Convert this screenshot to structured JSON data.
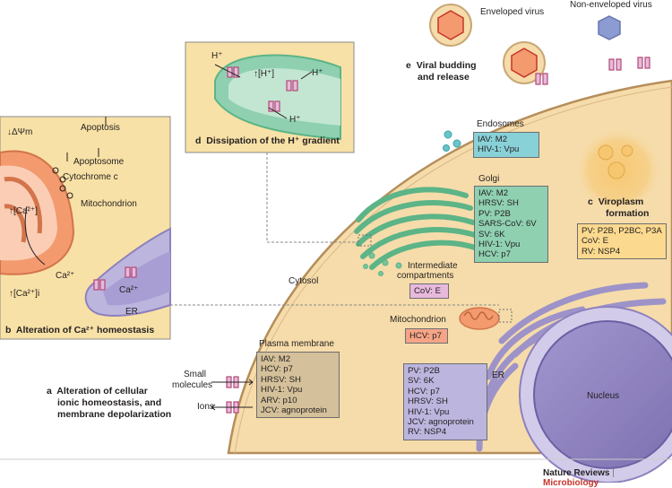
{
  "labels": {
    "apoptosis": "Apoptosis",
    "apoptosome": "Apoptosome",
    "delta_psi": "↓ΔΨm",
    "cytochrome_c": "Cytochrome c",
    "mitochondrion": "Mitochondrion",
    "ca_up": "↑[Ca²⁺]",
    "ca_ion": "Ca²⁺",
    "ca_ion2": "Ca²⁺",
    "ca_i": "↑[Ca²⁺]i",
    "er_left": "ER",
    "h_plus_1": "H⁺",
    "h_plus_2": "H⁺",
    "h_plus_3": "H⁺",
    "h_up": "↑[H⁺]",
    "enveloped_virus": "Enveloped virus",
    "non_enveloped_virus": "Non-enveloped virus",
    "endosomes": "Endosomes",
    "golgi": "Golgi",
    "intermediate": "Intermediate",
    "compartments": "compartments",
    "cytosol": "Cytosol",
    "mitochondrion_right": "Mitochondrion",
    "plasma_membrane": "Plasma membrane",
    "small": "Small",
    "molecules": "molecules",
    "ions": "Ions",
    "er_right": "ER",
    "nucleus": "Nucleus"
  },
  "sections": {
    "a_letter": "a",
    "a_title_1": "Alteration of cellular",
    "a_title_2": "ionic homeostasis, and",
    "a_title_3": "membrane depolarization",
    "b_letter": "b",
    "b_title": "Alteration of Ca²⁺ homeostasis",
    "c_letter": "c",
    "c_title_1": "Viroplasm",
    "c_title_2": "formation",
    "d_letter": "d",
    "d_title": "Dissipation of the H⁺ gradient",
    "e_letter": "e",
    "e_title_1": "Viral budding",
    "e_title_2": "and release"
  },
  "boxes": {
    "endosomes": [
      "IAV: M2",
      "HIV-1: Vpu"
    ],
    "golgi": [
      "IAV: M2",
      "HRSV: SH",
      "PV: P2B",
      "SARS-CoV: 6V",
      "SV: 6K",
      "HIV-1: Vpu",
      "HCV: p7"
    ],
    "intermediate": [
      "CoV: E"
    ],
    "viroplasm": [
      "PV: P2B, P2BC, P3A",
      "CoV: E",
      "RV: NSP4"
    ],
    "mitochondrion": [
      "HCV: p7"
    ],
    "plasma_membrane": [
      "IAV: M2",
      "HCV: p7",
      "HRSV: SH",
      "HIV-1: Vpu",
      "ARV: p10",
      "JCV: agnoprotein"
    ],
    "er": [
      "PV: P2B",
      "SV: 6K",
      "HCV: p7",
      "HRSV: SH",
      "HIV-1: Vpu",
      "JCV: agnoprotein",
      "RV: NSP4"
    ]
  },
  "footer": {
    "journal": "Nature Reviews",
    "separator": " | ",
    "section": "Microbiology"
  },
  "colors": {
    "cytosol": "#f6dcaa",
    "nucleus": "#8d80bd",
    "er": "#b9b1da",
    "golgi": "#79c49e",
    "endosome": "#6cc4c9",
    "mitochondrion": "#f39a6f",
    "viroplasm": "#f7c770",
    "accent_red": "#c5352a",
    "microbiology_red": "#c5352a"
  }
}
